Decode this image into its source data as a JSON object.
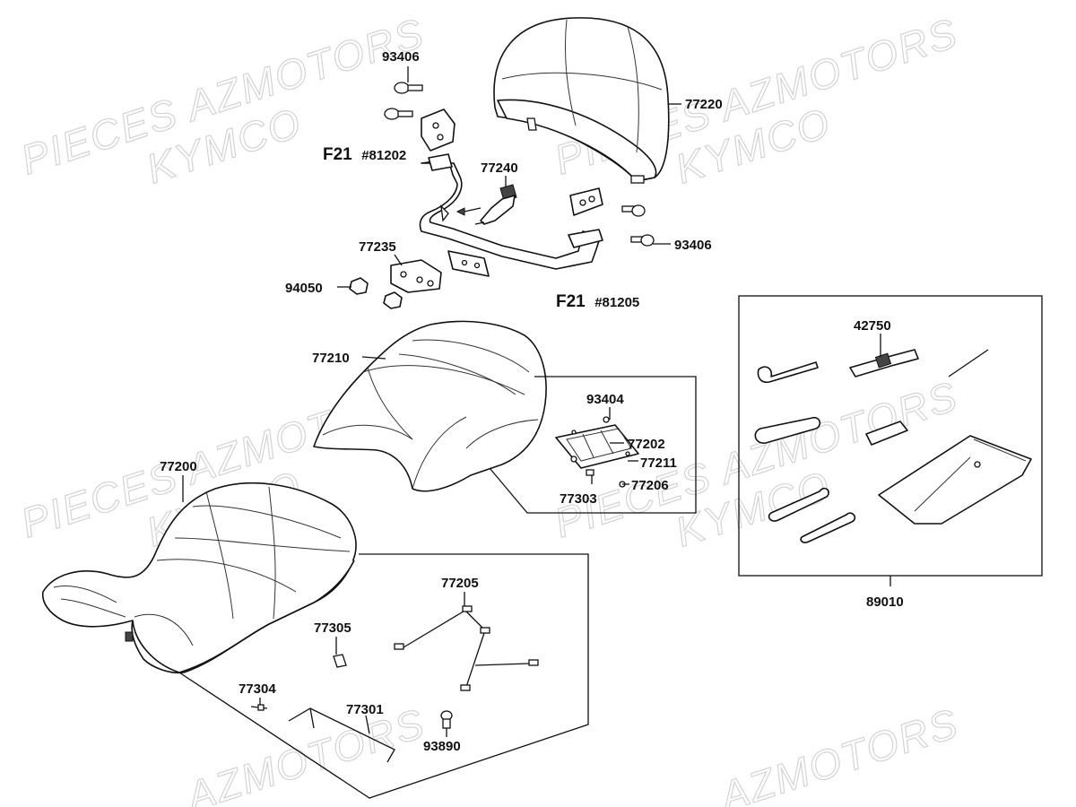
{
  "watermarks": [
    {
      "text": "PIECES AZMOTORS"
    },
    {
      "text": "KYMCO"
    },
    {
      "text": "PIECES AZMOTORS"
    },
    {
      "text": "KYMCO"
    },
    {
      "text": "PIECES AZMOTORS"
    },
    {
      "text": "KYMCO"
    },
    {
      "text": "PIECES AZMOTORS"
    },
    {
      "text": "KYMCO"
    },
    {
      "text": "AZMOTORS"
    },
    {
      "text": "AZMOTORS"
    }
  ],
  "parts": {
    "p93406_top": "93406",
    "p93406_right": "93406",
    "p77220": "77220",
    "p77240": "77240",
    "p77235": "77235",
    "p94050": "94050",
    "p77210": "77210",
    "p93404": "93404",
    "p77202": "77202",
    "p77211": "77211",
    "p77303": "77303",
    "p77206": "77206",
    "p77200": "77200",
    "p77205": "77205",
    "p77305": "77305",
    "p77304": "77304",
    "p77301": "77301",
    "p93890": "93890",
    "p42750": "42750",
    "p89010": "89010"
  },
  "references": {
    "ref1_prefix": "F21",
    "ref1_code": "#81202",
    "ref2_prefix": "F21",
    "ref2_code": "#81205"
  }
}
